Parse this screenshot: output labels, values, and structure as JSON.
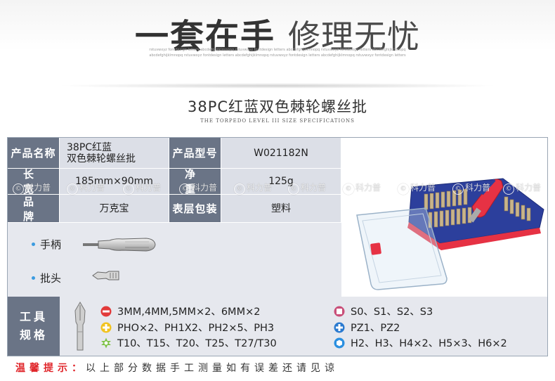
{
  "banner": {
    "bold_title": "一套在手",
    "light_title": "修理无忧",
    "fine_line_1": "rstuvwxyz fontdesign letters abcdefghijklmnopq rstuvwxyz fontdesign letters abcdefghijklmnopq rstuvwxyz fontdesign letters abcdefghijklmnopq",
    "fine_line_2": "abcdefghijklmnopq rstuvwxyz fontdesign letters abcdefghijklmnopq rstuvwxyz fontdesign letters abcdefghijklmnopq rstuvwxyz fontdesign letters"
  },
  "product_title": "38PC红蓝双色棘轮螺丝批",
  "product_title_en": "THE TORPEDO LEVEL III SIZE SPECIFICATIONS",
  "specs": {
    "name_label": "产品名称",
    "name_value_line1": "38PC红蓝",
    "name_value_line2": "双色棘轮螺丝批",
    "model_label": "产品型号",
    "model_value": "W021182N",
    "size_label": "长 宽",
    "size_value": "185mm×90mm",
    "weight_label": "净 重",
    "weight_value": "125g",
    "brand_label": "品 牌",
    "brand_value": "万克宝",
    "package_label": "表层包装",
    "package_value": "塑料"
  },
  "tools": {
    "handle_label": "手柄",
    "bit_label": "批头"
  },
  "bit_specs": {
    "label_line1": "工具",
    "label_line2": "规格",
    "items": [
      {
        "icon": "slotted-red-icon",
        "text": "3MM,4MM,5MM×2、6MM×2"
      },
      {
        "icon": "phillips-yellow-icon",
        "text": "PHO×2、PH1X2、PH2×5、PH3"
      },
      {
        "icon": "torx-green-icon",
        "text": "T10、T15、T20、T25、T27/T30"
      },
      {
        "icon": "square-pink-icon",
        "text": "S0、S1、S2、S3"
      },
      {
        "icon": "pozidriv-blue-icon",
        "text": "PZ1、PZ2"
      },
      {
        "icon": "hex-blue-icon",
        "text": "H2、H3、H4×2、H5×3、H6×2"
      }
    ]
  },
  "watermark": "科力普",
  "tip": {
    "label": "温馨提示：",
    "text": "以上部分数据手工测量如有误差还请见谅"
  },
  "colors": {
    "label_bg": "#6a7486",
    "value_bg": "#dcdfe7",
    "tip_red": "#e0262b",
    "case_blue": "#2c3f9c",
    "handle_red": "#e63244"
  }
}
